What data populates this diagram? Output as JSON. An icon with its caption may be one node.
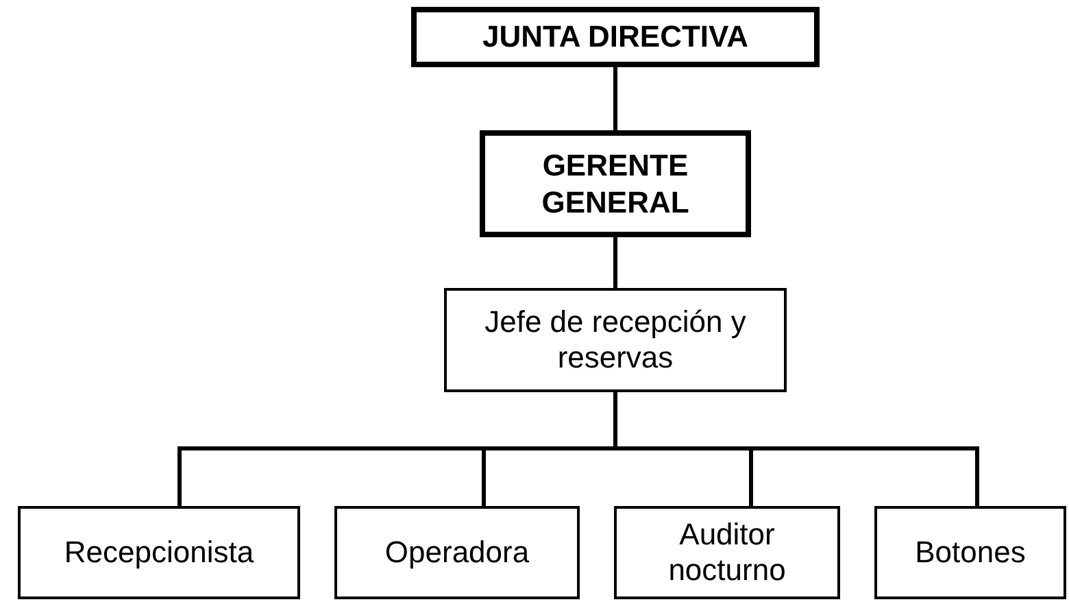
{
  "diagram": {
    "nodes": [
      {
        "text": [
          "JUNTA DIRECTIVA"
        ]
      },
      {
        "text": [
          "GERENTE GENERAL"
        ]
      },
      {
        "text": [
          "Jefe de recepción y reservas"
        ]
      },
      {
        "text": [
          "Recepcionista"
        ]
      },
      {
        "text": [
          "Operadora"
        ]
      },
      {
        "text": [
          "Auditor nocturno"
        ]
      },
      {
        "text": [
          "Botones"
        ]
      }
    ],
    "edges": [
      {
        "from": 0,
        "to": 1,
        "arrow": "none"
      },
      {
        "from": 1,
        "to": 2,
        "arrow": "none"
      },
      {
        "from": 2,
        "to": 3,
        "arrow": "none"
      },
      {
        "from": 2,
        "to": 4,
        "arrow": "none"
      },
      {
        "from": 2,
        "to": 5,
        "arrow": "none"
      },
      {
        "from": 2,
        "to": 6,
        "arrow": "none"
      }
    ]
  }
}
